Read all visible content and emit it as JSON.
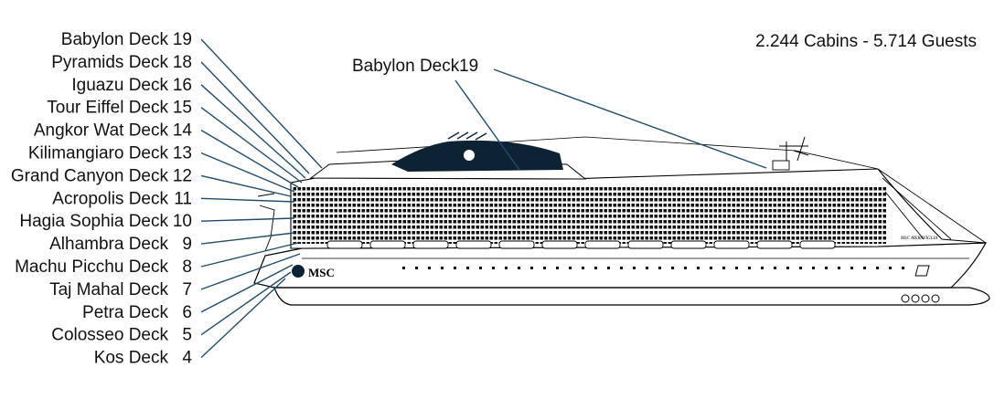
{
  "summary": "2.244 Cabins - 5.714 Guests",
  "top_callout": {
    "name": "Babylon Deck",
    "number": "19"
  },
  "ship": {
    "brand": "MSC",
    "hull_name": "MSC MERAVIGLIA"
  },
  "decks": [
    {
      "name": "Babylon Deck",
      "number": "19"
    },
    {
      "name": "Pyramids Deck",
      "number": "18"
    },
    {
      "name": "Iguazu Deck",
      "number": "16"
    },
    {
      "name": "Tour Eiffel Deck",
      "number": "15"
    },
    {
      "name": "Angkor Wat Deck",
      "number": "14"
    },
    {
      "name": "Kilimangiaro Deck",
      "number": "13"
    },
    {
      "name": "Grand Canyon Deck",
      "number": "12"
    },
    {
      "name": "Acropolis Deck",
      "number": "11"
    },
    {
      "name": "Hagia Sophia Deck",
      "number": "10"
    },
    {
      "name": "Alhambra Deck",
      "number": "9"
    },
    {
      "name": "Machu Picchu Deck",
      "number": "8"
    },
    {
      "name": "Taj Mahal Deck",
      "number": "7"
    },
    {
      "name": "Petra Deck",
      "number": "6"
    },
    {
      "name": "Colosseo Deck",
      "number": "5"
    },
    {
      "name": "Kos Deck",
      "number": "4"
    }
  ],
  "colors": {
    "leader": "#1f4e6b",
    "funnel": "#0d2233",
    "hull": "#000000"
  }
}
